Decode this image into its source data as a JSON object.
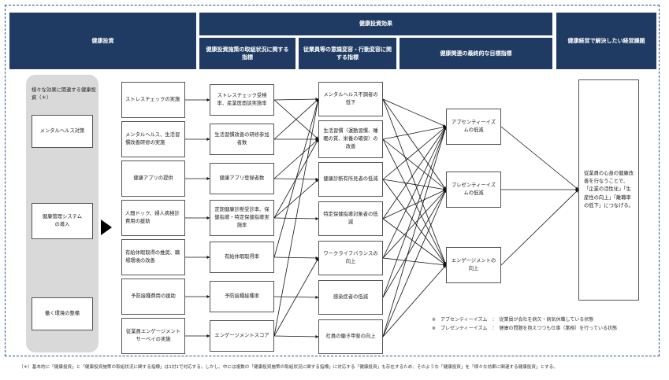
{
  "headers": {
    "investment": "健康投資",
    "effects": "健康投資効果",
    "initiative_indicators": "健康投資施策の取組状況に関する指標",
    "awareness_indicators": "従業員等の意識変容・行動変容に関する指標",
    "final_indicators": "健康関連の最終的な目標指標",
    "issues": "健康経営で解決したい経営課題"
  },
  "left_panel": {
    "title": "様々な効果に関連する健康投資（＊）",
    "items": [
      "メンタルヘルス対策",
      "健康管理システムの導入",
      "働く環境の整備"
    ]
  },
  "investments": [
    "ストレスチェックの実施",
    "メンタルヘルス、生活習慣改善研修の実施",
    "健康アプリの提供",
    "人間ドック、婦人病検診費用の援助",
    "有給休暇取得の推奨、職場環境の改善",
    "予防接種費用の援助",
    "従業員エンゲージメントサーベイの実施"
  ],
  "initiative_indicators": [
    "ストレスチェック受検率、産業医面談実施率",
    "生活習慣改善の研修参加者数",
    "健康アプリ登録者数",
    "定期健康診断受診率、保健指導・特定保健指導実施率",
    "有給休暇取得率",
    "予防接種接種率",
    "エンゲージメントスコア"
  ],
  "awareness_indicators": [
    "メンタルヘルス不調者の低下",
    "生活習慣（運動習慣、睡眠の質、栄養の確保）の改善",
    "健康診断有所見者の低減",
    "特定保健指導対象者の低減",
    "ワークライフバランスの向上",
    "感染症者の低減",
    "社員の働き甲斐の向上"
  ],
  "final_indicators": [
    "アブセンティーイズムの低減",
    "プレゼンティーイズムの低減",
    "エンゲージメントの向上"
  ],
  "issue_text": "従業員の心身の健康改善を行なうことで、「企業の活性化」「生産性の向上」「離職率の低下」につなげる。",
  "definitions": [
    "※　アブセンティーイズム　：　従業員が会社を病欠・病気休職している状態",
    "※　プレゼンティーイズム　：　健康の問題を抱えつつも仕事（業務）を行っている状態"
  ],
  "footnote": "（＊）基本的に「健康投資」と「健康投資施策の取組状況に関する指標」は1対1で対応する。しかし、中には複数の「健康投資施策の取組状況に関する指標」に対応する「健康投資」も存在するため、そのような「健康投資」を「様々な効果に関連する健康投資」とする。",
  "colors": {
    "header": "#1f3b63",
    "panel": "#d9d9d9",
    "frame": "#2d4f8a"
  }
}
